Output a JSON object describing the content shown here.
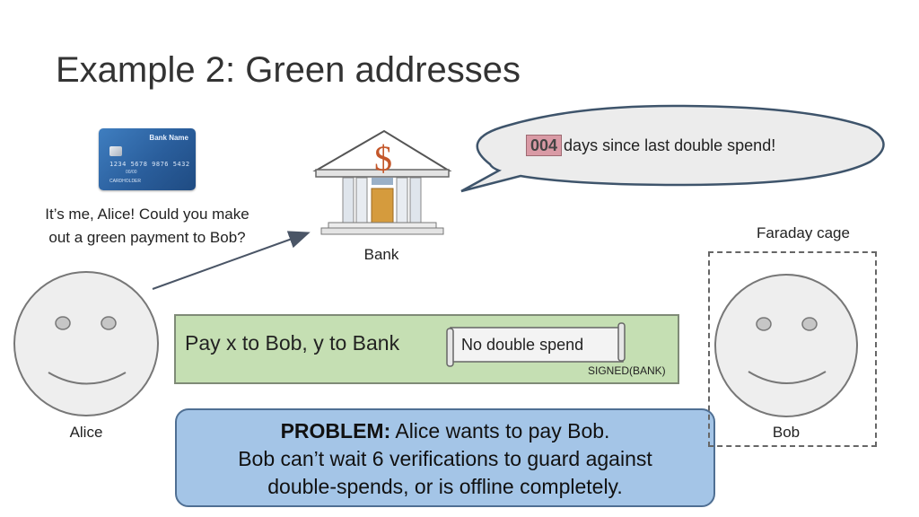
{
  "slide": {
    "title": "Example 2: Green addresses"
  },
  "card": {
    "bank_name": "Bank Name",
    "number": "1234 5678 9876 5432",
    "expiry": "00/00",
    "holder": "CARDHOLDER"
  },
  "alice": {
    "speech_line1": "It’s me, Alice! Could you make",
    "speech_line2": "out  a green payment to Bob?",
    "label": "Alice"
  },
  "bank": {
    "label": "Bank",
    "symbol": "$"
  },
  "bank_speech": {
    "counter": "004",
    "text": "days since last double spend!"
  },
  "faraday": {
    "label": "Faraday cage"
  },
  "bob": {
    "label": "Bob"
  },
  "transaction": {
    "text": "Pay x to Bob, y to Bank",
    "scroll_text": "No double spend",
    "signed": "SIGNED(BANK)"
  },
  "problem": {
    "heading": "PROBLEM:",
    "line1": " Alice wants to pay Bob.",
    "line2": "Bob can’t wait 6 verifications to guard against",
    "line3": "double-spends, or is offline completely."
  },
  "colors": {
    "tx_box": "#c5dfb3",
    "problem_box": "#a4c5e7",
    "counter": "#d99aa5",
    "bank_door": "#d59b3d",
    "face_fill": "#eeeeee"
  }
}
